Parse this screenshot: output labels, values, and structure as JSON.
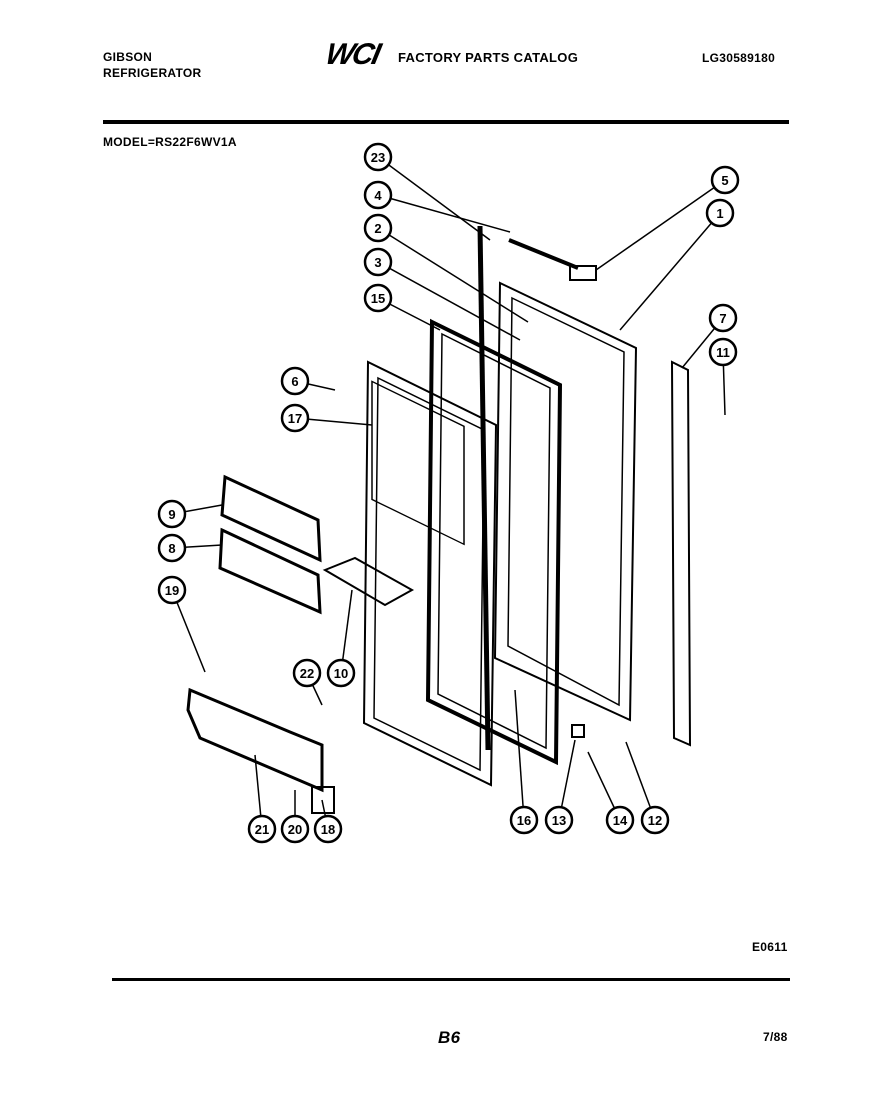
{
  "header": {
    "brand": "GIBSON",
    "product": "REFRIGERATOR",
    "logo": "WCI",
    "catalog_title": "FACTORY PARTS CATALOG",
    "catalog_number": "LG30589180",
    "model": "MODEL=RS22F6WV1A"
  },
  "diagram": {
    "callouts": [
      "23",
      "4",
      "2",
      "3",
      "15",
      "5",
      "1",
      "7",
      "11",
      "6",
      "17",
      "9",
      "8",
      "19",
      "22",
      "10",
      "21",
      "20",
      "18",
      "16",
      "13",
      "14",
      "12"
    ]
  },
  "footer": {
    "drawing_code": "E0611",
    "page": "B6",
    "date": "7/88"
  }
}
